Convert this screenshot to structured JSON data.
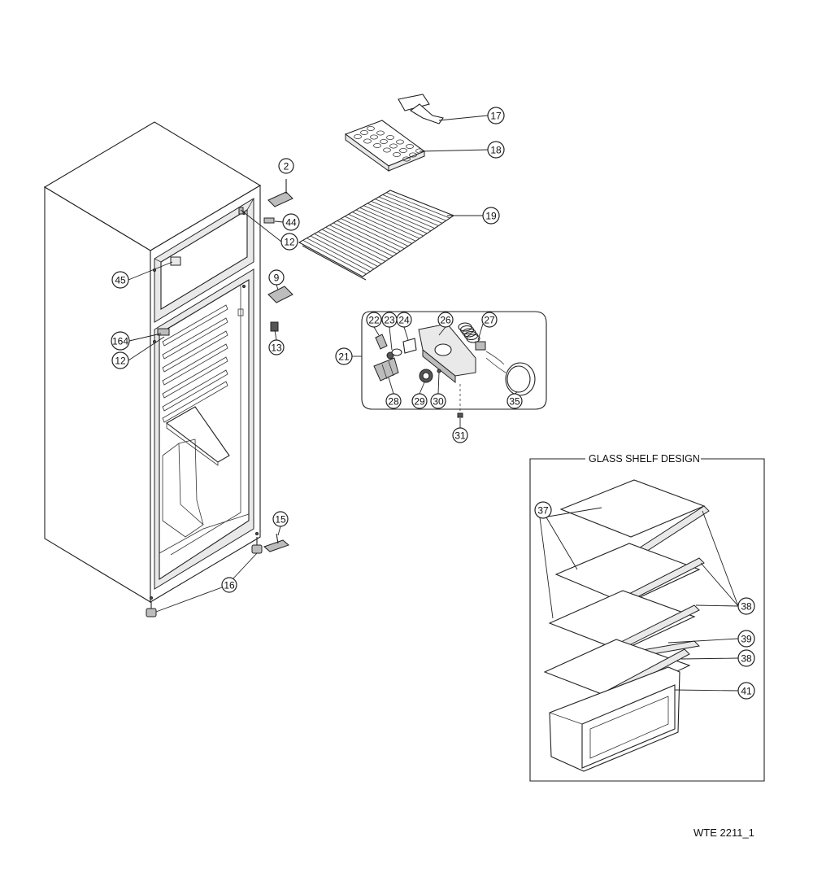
{
  "glass_shelf_section": {
    "title": "GLASS SHELF DESIGN"
  },
  "drawing_code": "WTE 2211_1",
  "callouts": [
    {
      "id": "c17",
      "label": "17"
    },
    {
      "id": "c18",
      "label": "18"
    },
    {
      "id": "c19",
      "label": "19"
    },
    {
      "id": "c2",
      "label": "2"
    },
    {
      "id": "c44",
      "label": "44"
    },
    {
      "id": "c12a",
      "label": "12"
    },
    {
      "id": "c45",
      "label": "45"
    },
    {
      "id": "c9",
      "label": "9"
    },
    {
      "id": "c13",
      "label": "13"
    },
    {
      "id": "c164",
      "label": "164"
    },
    {
      "id": "c12b",
      "label": "12"
    },
    {
      "id": "c21",
      "label": "21"
    },
    {
      "id": "c22",
      "label": "22"
    },
    {
      "id": "c23",
      "label": "23"
    },
    {
      "id": "c24",
      "label": "24"
    },
    {
      "id": "c26",
      "label": "26"
    },
    {
      "id": "c27",
      "label": "27"
    },
    {
      "id": "c28",
      "label": "28"
    },
    {
      "id": "c29",
      "label": "29"
    },
    {
      "id": "c30",
      "label": "30"
    },
    {
      "id": "c35",
      "label": "35"
    },
    {
      "id": "c31",
      "label": "31"
    },
    {
      "id": "c15",
      "label": "15"
    },
    {
      "id": "c16",
      "label": "16"
    },
    {
      "id": "c37",
      "label": "37"
    },
    {
      "id": "c38a",
      "label": "38"
    },
    {
      "id": "c39",
      "label": "39"
    },
    {
      "id": "c38b",
      "label": "38"
    },
    {
      "id": "c41",
      "label": "41"
    }
  ]
}
